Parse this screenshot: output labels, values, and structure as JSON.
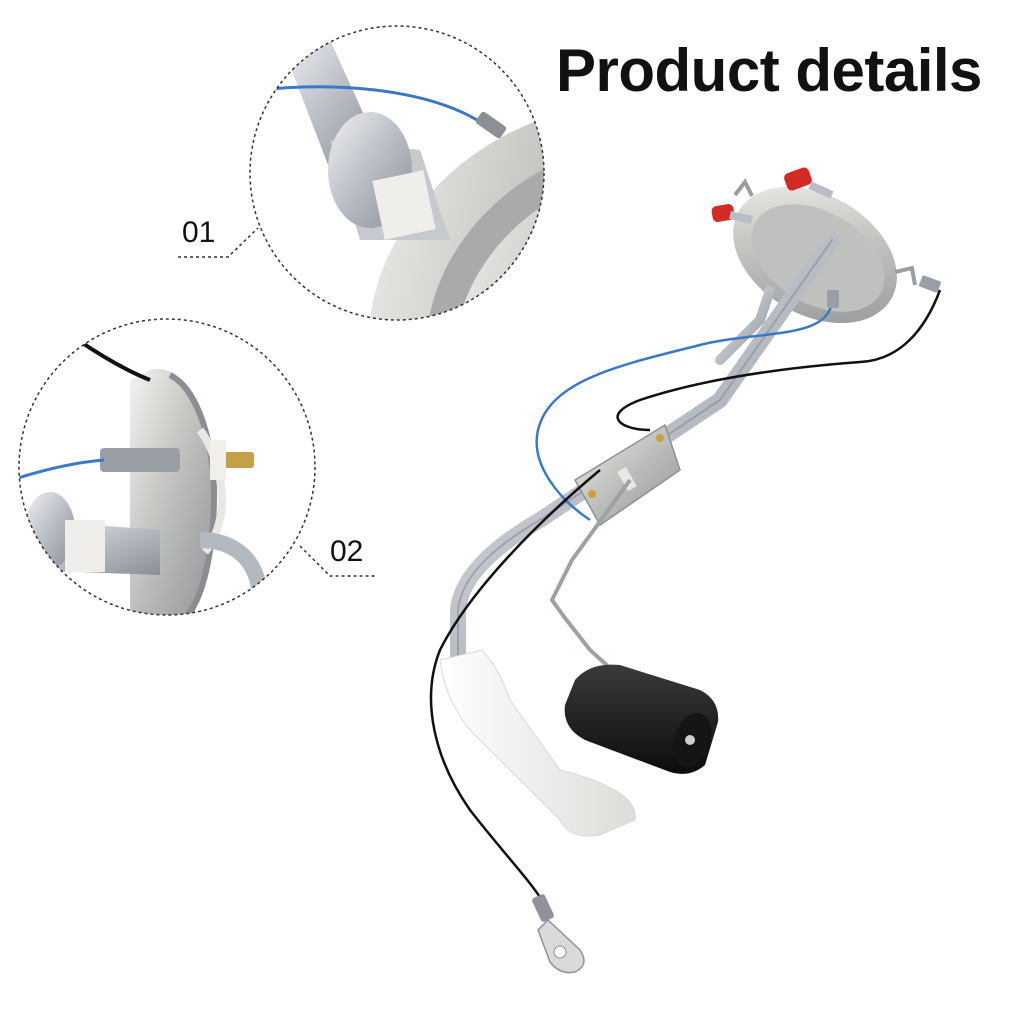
{
  "header": {
    "title": "Product details"
  },
  "callouts": [
    {
      "label": "01",
      "detail": "tube-and-wire-terminal-closeup"
    },
    {
      "label": "02",
      "detail": "flange-terminal-closeup"
    }
  ],
  "colors": {
    "metal_light": "#e2e4e8",
    "metal_mid": "#b8bcc4",
    "metal_dark": "#7d828a",
    "wire_blue": "#3a78c8",
    "wire_black": "#111111",
    "cap_red": "#d42a26",
    "float_black": "#1c1c1c",
    "filter_white": "#f1f1ee",
    "callout_stroke": "#333333"
  }
}
